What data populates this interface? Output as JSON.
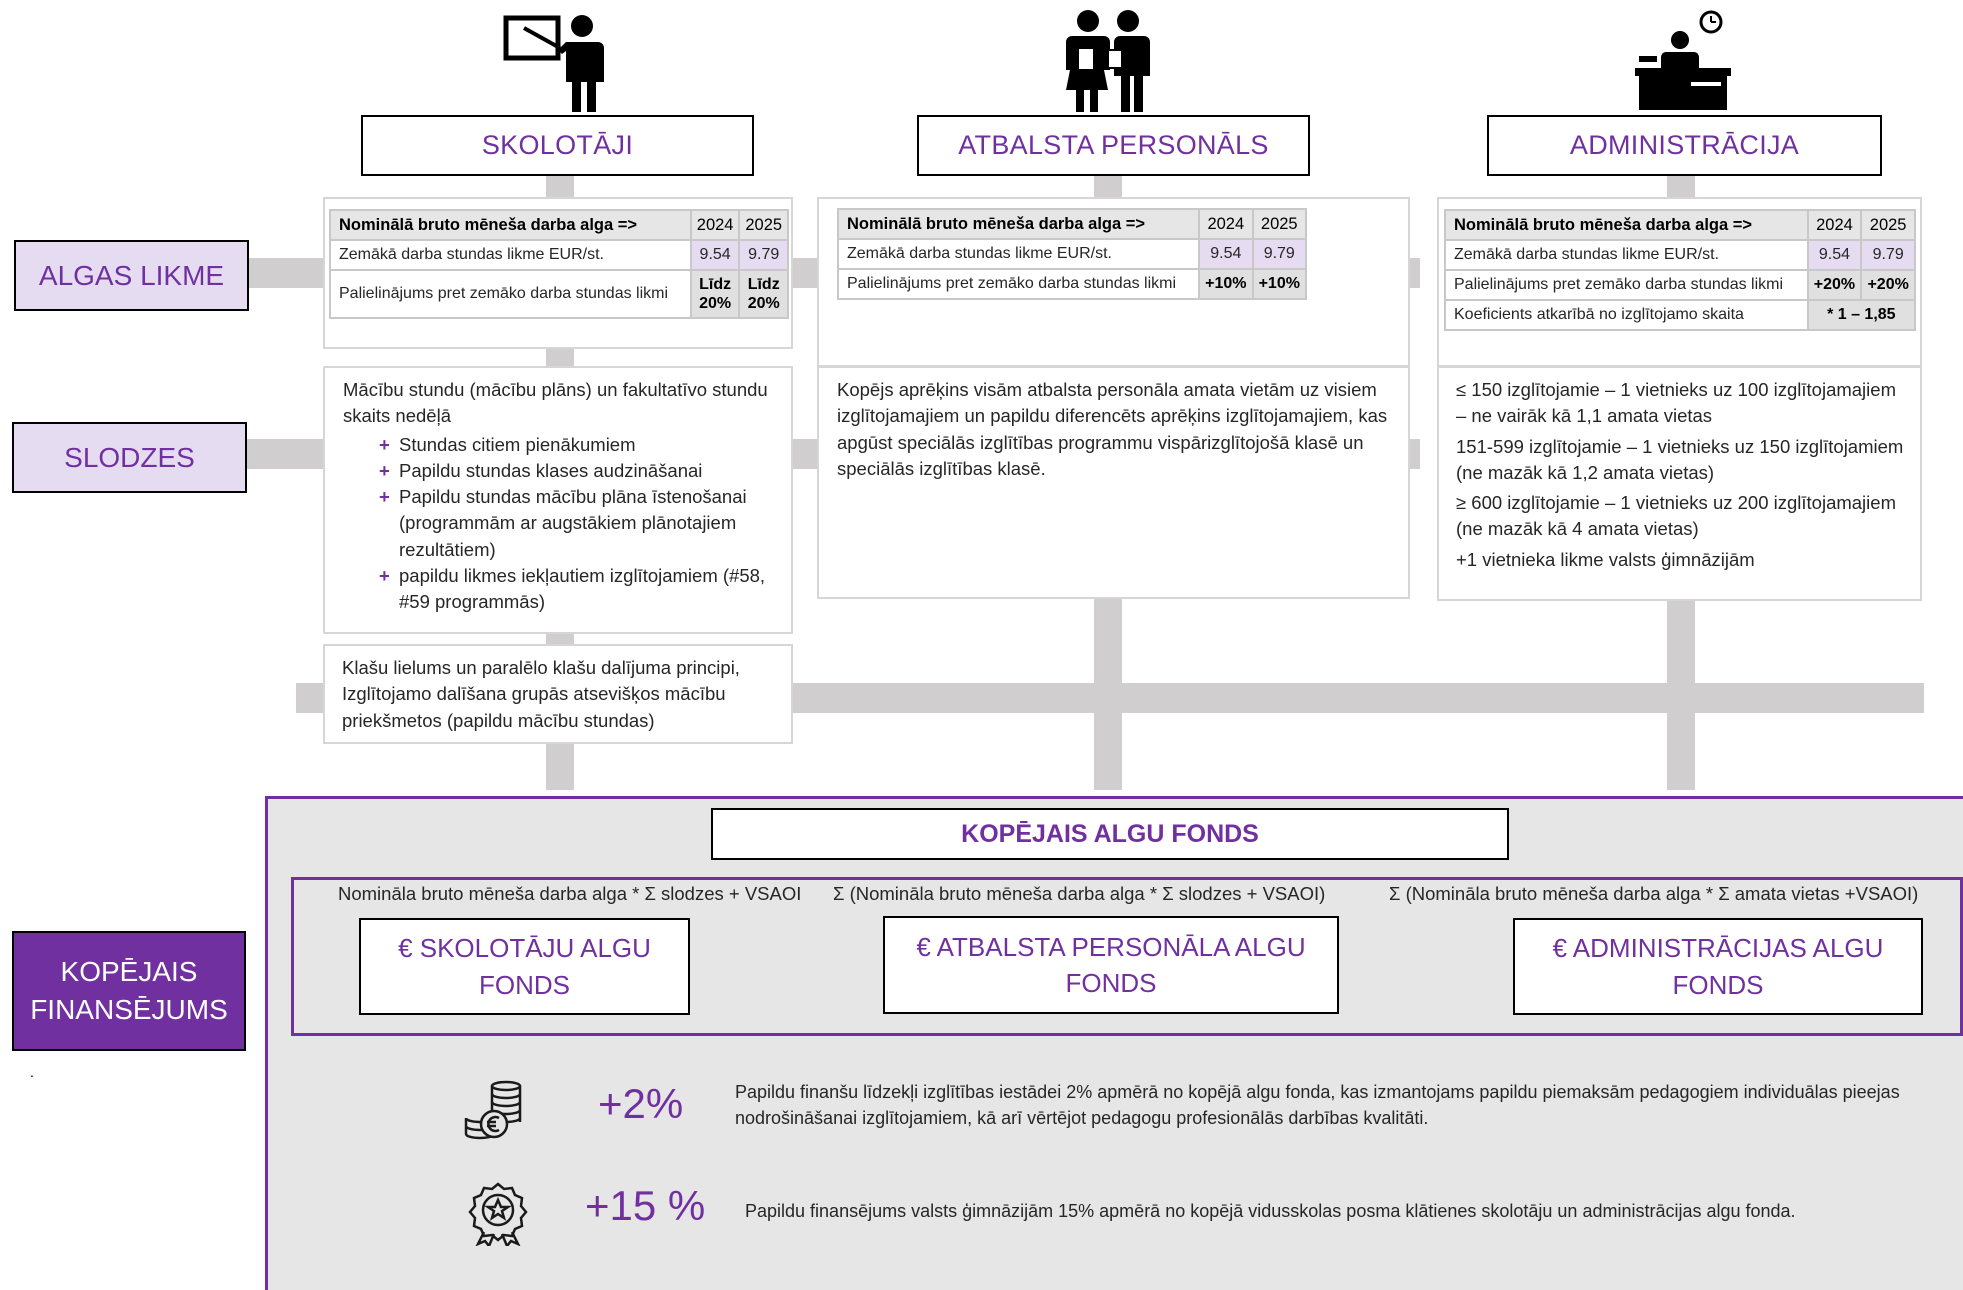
{
  "columns": {
    "teachers": "SKOLOTĀJI",
    "support": "ATBALSTA PERSONĀLS",
    "admin": "ADMINISTRĀCIJA"
  },
  "rows": {
    "salary": "ALGAS LIKME",
    "workload": "SLODZES",
    "financing_line1": "KOPĒJAIS",
    "financing_line2": "FINANSĒJUMS"
  },
  "rate_tables": {
    "header": "Nominālā bruto mēneša darba alga =>",
    "year1": "2024",
    "year2": "2025",
    "min_rate_label": "Zemākā darba stundas likme EUR/st.",
    "min_rate_2024": "9.54",
    "min_rate_2025": "9.79",
    "increase_label": "Palielinājums pret zemāko darba stundas likmi",
    "teachers_increase_line1": "Līdz",
    "teachers_increase_line2": "20%",
    "support_increase": "+10%",
    "admin_increase": "+20%",
    "admin_coef_label": "Koeficients atkarībā no izglītojamo skaita",
    "admin_coef_value": "* 1 – 1,85"
  },
  "workload": {
    "teachers_intro": "Mācību stundu (mācību plāns) un fakultatīvo stundu skaits nedēļā",
    "teachers_items": [
      "Stundas citiem pienākumiem",
      "Papildu stundas klases audzināšanai",
      "Papildu stundas mācību plāna īstenošanai (programmām ar augstākiem plānotajiem rezultātiem)",
      "papildu likmes iekļautiem izglītojamiem (#58, #59 programmās)"
    ],
    "plus_mark": "+",
    "support_text": "Kopējs aprēķins visām atbalsta personāla amata vietām uz visiem izglītojamajiem un papildu diferencēts aprēķins izglītojamajiem, kas apgūst speciālās izglītības programmu vispārizglītojošā klasē un speciālās izglītības klasē.",
    "admin_items": [
      "≤ 150 izglītojamie  – 1 vietnieks uz 100 izglītojamajiem – ne vairāk kā 1,1 amata vietas",
      "151-599 izglītojamie – 1 vietnieks uz 150 izglītojamiem (ne mazāk kā 1,2 amata vietas)",
      "≥ 600 izglītojamie – 1 vietnieks uz 200 izglītojamajiem (ne mazāk kā 4 amata vietas)",
      "+1 vietnieka likme valsts ģimnāzijām"
    ],
    "class_size_text": "Klašu lielums un paralēlo klašu dalījuma principi, Izglītojamo dalīšana grupās atsevišķos mācību priekšmetos (papildu mācību stundas)"
  },
  "fund": {
    "title": "KOPĒJAIS ALGU FONDS",
    "formula_teachers": "Nomināla bruto mēneša darba  alga * Σ slodzes + VSAOI",
    "formula_support": "Σ (Nomināla bruto mēneša darba  alga  * Σ slodzes + VSAOI)",
    "formula_admin": "Σ (Nomināla bruto mēneša darba alga * Σ amata vietas +VSAOI)",
    "teachers_fund_line1": "€ SKOLOTĀJU ALGU",
    "teachers_fund_line2": "FONDS",
    "support_fund_line1": "€  ATBALSTA PERSONĀLA ALGU",
    "support_fund_line2": "FONDS",
    "admin_fund_line1": "€ ADMINISTRĀCIJAS ALGU",
    "admin_fund_line2": "FONDS"
  },
  "extras": [
    {
      "icon": "coins-euro-icon",
      "percent": "+2%",
      "text": "Papildu finanšu līdzekļi izglītības iestādei 2% apmērā no kopējā algu fonda, kas izmantojams papildu piemaksām pedagogiem individuālas pieejas nodrošināšanai izglītojamiem, kā arī vērtējot pedagogu profesionālās darbības kvalitāti."
    },
    {
      "icon": "award-badge-icon",
      "percent": "+15 %",
      "text": "Papildu finansējums valsts ģimnāzijām 15% apmērā no kopējā vidusskolas posma klātienes skolotāju un administrācijas algu fonda."
    }
  ],
  "stray_mark": "."
}
